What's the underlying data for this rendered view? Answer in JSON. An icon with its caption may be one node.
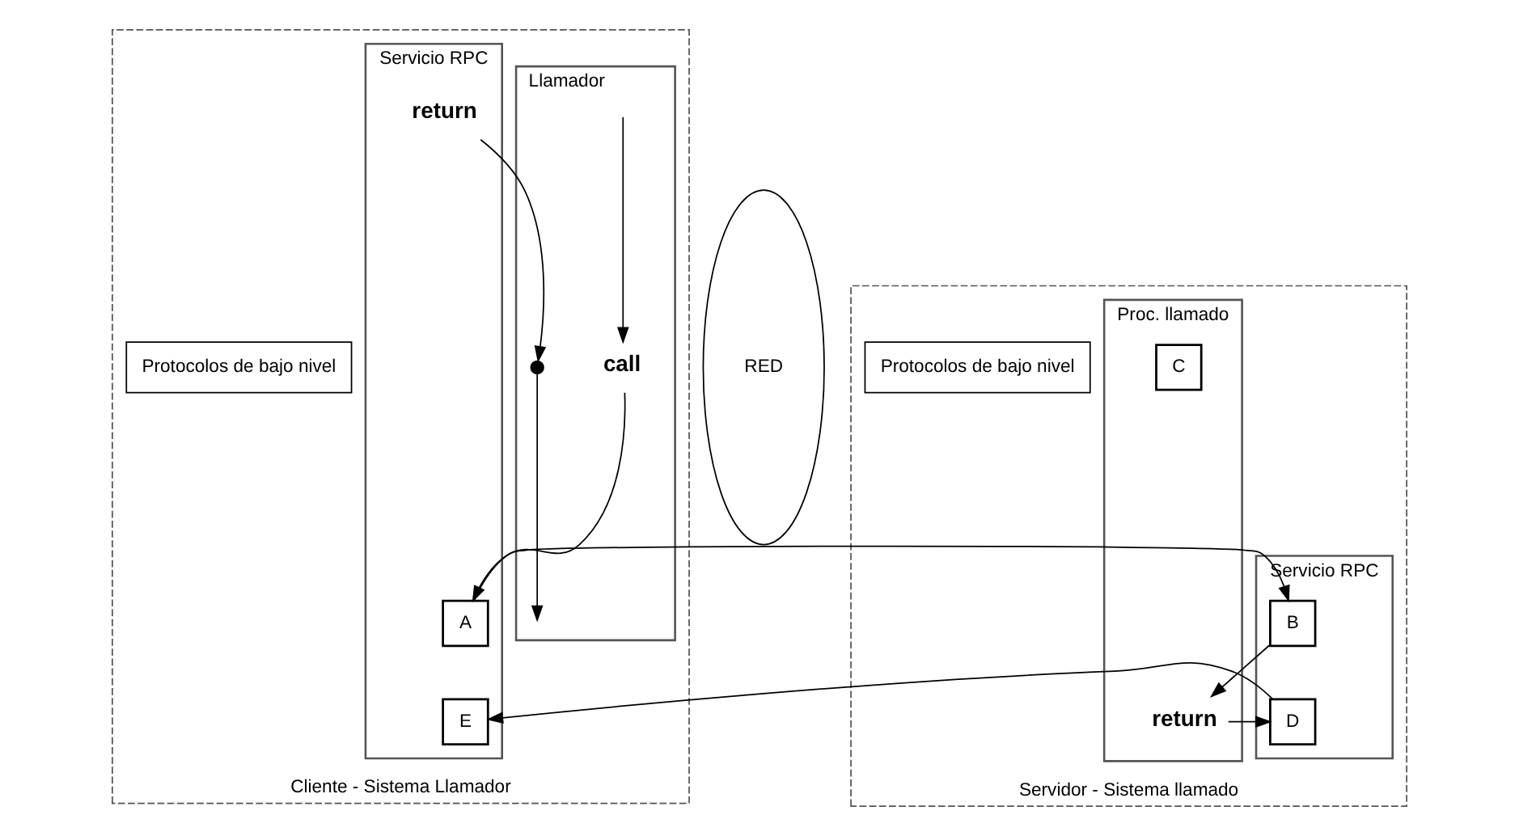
{
  "diagram": {
    "nodes": [
      {
        "text": [
          "Cliente - Sistema Llamador"
        ]
      },
      {
        "text": [
          "Llamador"
        ],
        "in": 0
      },
      {
        "text": [
          "Servicio RPC"
        ],
        "in": 0
      },
      {
        "text": [
          "Protocolos de bajo nivel"
        ],
        "in": 0
      },
      {
        "text": [
          "RED"
        ]
      },
      {
        "text": [
          "Servidor - Sistema llamado"
        ]
      },
      {
        "text": [
          "Protocolos de bajo nivel"
        ],
        "in": 5
      },
      {
        "text": [
          "Servicio RPC"
        ],
        "in": 5
      },
      {
        "text": [
          "Proc. llamado"
        ],
        "in": 5
      },
      {
        "text": [
          "call"
        ],
        "in": 1
      },
      {
        "text": [],
        "shape": "circle",
        "in": 1
      },
      {
        "text": [
          "A"
        ],
        "in": 2
      },
      {
        "text": [
          "E"
        ],
        "in": 2
      },
      {
        "text": [
          "return"
        ],
        "in": 2
      },
      {
        "text": [
          "B"
        ],
        "in": 7
      },
      {
        "text": [
          "D"
        ],
        "in": 7
      },
      {
        "text": [
          "C"
        ],
        "in": 8
      },
      {
        "text": [
          "return"
        ],
        "in": 8
      }
    ],
    "edges": [
      {
        "from": null,
        "to": 9,
        "arrow": "to"
      },
      {
        "from": 10,
        "to": null,
        "arrow": "to"
      },
      {
        "from": 9,
        "to": 11,
        "arrow": "to"
      },
      {
        "from": 11,
        "to": 14,
        "arrow": "to"
      },
      {
        "from": 14,
        "to": 17,
        "arrow": "to"
      },
      {
        "from": 17,
        "to": 15,
        "arrow": "to"
      },
      {
        "from": 15,
        "to": 12,
        "arrow": "to"
      },
      {
        "from": 13,
        "to": 10,
        "arrow": "to"
      }
    ]
  }
}
